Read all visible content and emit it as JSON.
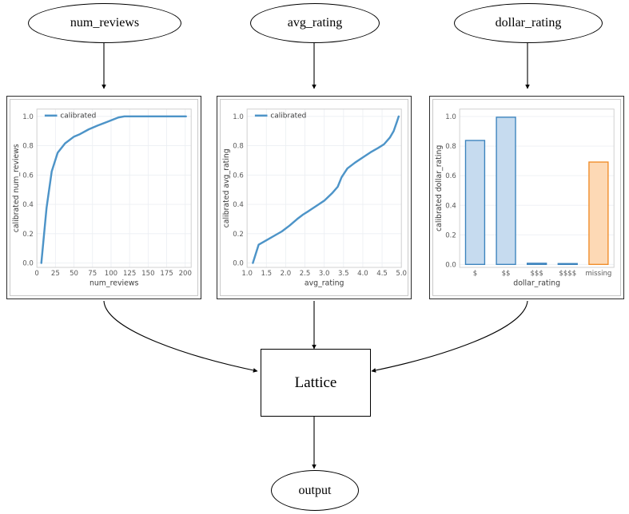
{
  "diagram": {
    "type": "calibration-graph",
    "inputs": [
      {
        "id": "num_reviews",
        "label": "num_reviews"
      },
      {
        "id": "avg_rating",
        "label": "avg_rating"
      },
      {
        "id": "dollar_rating",
        "label": "dollar_rating"
      }
    ],
    "lattice_label": "Lattice",
    "output_label": "output"
  },
  "chart_data": [
    {
      "type": "line",
      "title": "",
      "xlabel": "num_reviews",
      "ylabel": "calibrated num_reviews",
      "legend": [
        "calibrated"
      ],
      "legend_position": "upper left",
      "grid": true,
      "xlim": [
        0,
        208
      ],
      "ylim": [
        -0.03,
        1.05
      ],
      "xticks": [
        0,
        25,
        50,
        75,
        100,
        125,
        150,
        175,
        200
      ],
      "xticklabels": [
        "0",
        "25",
        "50",
        "75",
        "100",
        "125",
        "150",
        "175",
        "200"
      ],
      "yticks": [
        0.0,
        0.2,
        0.4,
        0.6,
        0.8,
        1.0
      ],
      "yticklabels": [
        "0.0",
        "0.2",
        "0.4",
        "0.6",
        "0.8",
        "1.0"
      ],
      "series": [
        {
          "name": "calibrated",
          "color": "#4d94c8",
          "x": [
            6,
            13,
            20,
            28,
            38,
            50,
            58,
            70,
            82,
            95,
            110,
            118,
            135,
            160,
            180,
            201
          ],
          "y": [
            0.0,
            0.375,
            0.625,
            0.752,
            0.816,
            0.862,
            0.879,
            0.912,
            0.938,
            0.963,
            0.993,
            1.0,
            1.0,
            1.0,
            1.0,
            1.0
          ]
        }
      ]
    },
    {
      "type": "line",
      "title": "",
      "xlabel": "avg_rating",
      "ylabel": "calibrated avg_rating",
      "legend": [
        "calibrated"
      ],
      "legend_position": "upper left",
      "grid": true,
      "xlim": [
        1.0,
        5.0
      ],
      "ylim": [
        -0.03,
        1.05
      ],
      "xticks": [
        1.0,
        1.5,
        2.0,
        2.5,
        3.0,
        3.5,
        4.0,
        4.5,
        5.0
      ],
      "xticklabels": [
        "1.0",
        "1.5",
        "2.0",
        "2.5",
        "3.0",
        "3.5",
        "4.0",
        "4.5",
        "5.0"
      ],
      "yticks": [
        0.0,
        0.2,
        0.4,
        0.6,
        0.8,
        1.0
      ],
      "yticklabels": [
        "0.0",
        "0.2",
        "0.4",
        "0.6",
        "0.8",
        "1.0"
      ],
      "series": [
        {
          "name": "calibrated",
          "color": "#4d94c8",
          "x": [
            1.15,
            1.3,
            1.5,
            1.7,
            1.9,
            2.1,
            2.3,
            2.45,
            2.6,
            2.8,
            3.0,
            3.2,
            3.35,
            3.45,
            3.6,
            3.8,
            4.0,
            4.2,
            4.4,
            4.55,
            4.7,
            4.8,
            4.88,
            4.93
          ],
          "y": [
            0.0,
            0.125,
            0.155,
            0.185,
            0.215,
            0.255,
            0.3,
            0.33,
            0.355,
            0.39,
            0.425,
            0.475,
            0.52,
            0.585,
            0.645,
            0.685,
            0.72,
            0.755,
            0.785,
            0.81,
            0.855,
            0.9,
            0.96,
            1.0
          ]
        }
      ]
    },
    {
      "type": "bar",
      "title": "",
      "xlabel": "dollar_rating",
      "ylabel": "calibrated dollar_rating",
      "grid": true,
      "ylim": [
        -0.02,
        1.05
      ],
      "yticks": [
        0.0,
        0.2,
        0.4,
        0.6,
        0.8,
        1.0
      ],
      "yticklabels": [
        "0.0",
        "0.2",
        "0.4",
        "0.6",
        "0.8",
        "1.0"
      ],
      "categories": [
        "$",
        "$$",
        "$$$",
        "$$$$",
        "missing"
      ],
      "values": [
        0.838,
        0.995,
        0.008,
        0.001,
        0.692
      ],
      "bar_colors": [
        "#c6dbef",
        "#c6dbef",
        "#c6dbef",
        "#c6dbef",
        "#fdd9b5"
      ],
      "bar_edge_colors": [
        "#3b83bd",
        "#3b83bd",
        "#3b83bd",
        "#3b83bd",
        "#f08c28"
      ]
    }
  ]
}
